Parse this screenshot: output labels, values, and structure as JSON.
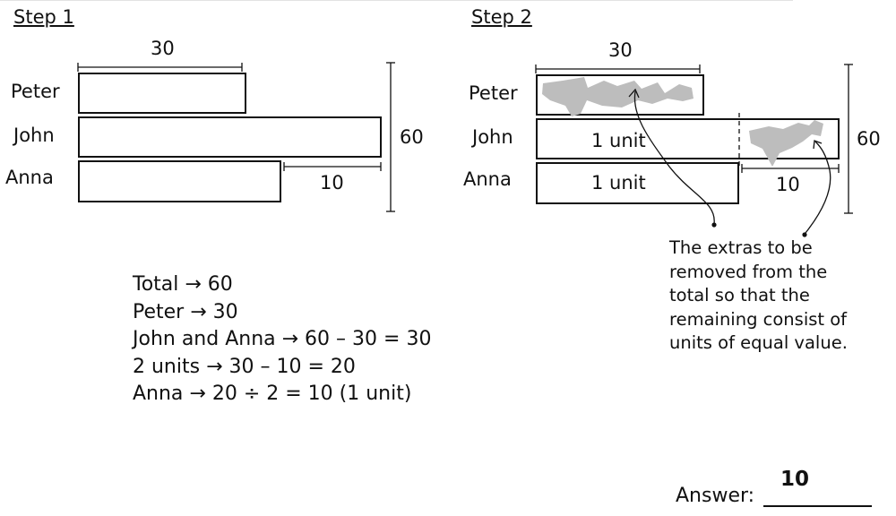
{
  "step1": {
    "title": "Step 1",
    "labels": {
      "peter": "Peter",
      "john": "John",
      "anna": "Anna"
    },
    "top_measure": "30",
    "side_measure": "60",
    "diff_measure": "10"
  },
  "step2": {
    "title": "Step 2",
    "labels": {
      "peter": "Peter",
      "john": "John",
      "anna": "Anna"
    },
    "top_measure": "30",
    "side_measure": "60",
    "diff_measure": "10",
    "john_unit": "1 unit",
    "anna_unit": "1 unit",
    "note_lines": [
      "The extras to be",
      "removed from the",
      "total so that the",
      "remaining consist of",
      "units of equal value."
    ]
  },
  "calculation": [
    "Total → 60",
    "Peter → 30",
    "John and Anna → 60 – 30 = 30",
    "2 units → 30 – 10 = 20",
    "Anna → 20 ÷ 2 = 10 (1 unit)"
  ],
  "answer": {
    "label": "Answer:",
    "value": "10"
  },
  "colors": {
    "shading": "#bdbdbd",
    "stroke": "#111111"
  }
}
